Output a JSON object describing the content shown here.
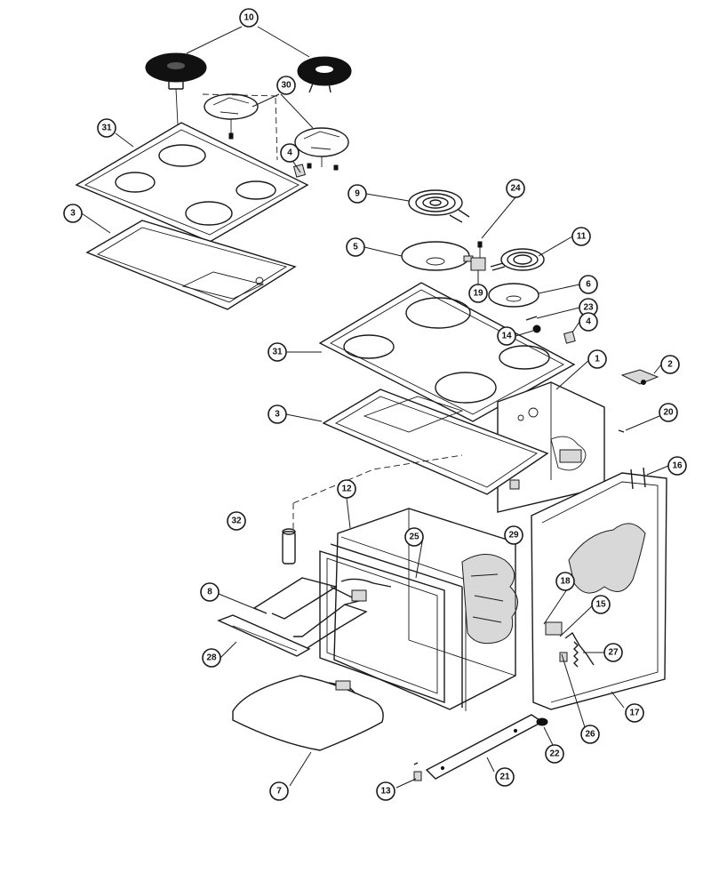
{
  "callouts": [
    {
      "id": "c10",
      "label": "10"
    },
    {
      "id": "c30",
      "label": "30"
    },
    {
      "id": "c31a",
      "label": "31"
    },
    {
      "id": "c4a",
      "label": "4"
    },
    {
      "id": "c3a",
      "label": "3"
    },
    {
      "id": "c9",
      "label": "9"
    },
    {
      "id": "c24",
      "label": "24"
    },
    {
      "id": "c11",
      "label": "11"
    },
    {
      "id": "c5",
      "label": "5"
    },
    {
      "id": "c19",
      "label": "19"
    },
    {
      "id": "c6",
      "label": "6"
    },
    {
      "id": "c23",
      "label": "23"
    },
    {
      "id": "c14",
      "label": "14"
    },
    {
      "id": "c4b",
      "label": "4"
    },
    {
      "id": "c31b",
      "label": "31"
    },
    {
      "id": "c1",
      "label": "1"
    },
    {
      "id": "c2",
      "label": "2"
    },
    {
      "id": "c3b",
      "label": "3"
    },
    {
      "id": "c20",
      "label": "20"
    },
    {
      "id": "c16",
      "label": "16"
    },
    {
      "id": "c12",
      "label": "12"
    },
    {
      "id": "c32",
      "label": "32"
    },
    {
      "id": "c25",
      "label": "25"
    },
    {
      "id": "c29",
      "label": "29"
    },
    {
      "id": "c18",
      "label": "18"
    },
    {
      "id": "c8",
      "label": "8"
    },
    {
      "id": "c15",
      "label": "15"
    },
    {
      "id": "c27",
      "label": "27"
    },
    {
      "id": "c28",
      "label": "28"
    },
    {
      "id": "c17",
      "label": "17"
    },
    {
      "id": "c26",
      "label": "26"
    },
    {
      "id": "c22",
      "label": "22"
    },
    {
      "id": "c21",
      "label": "21"
    },
    {
      "id": "c7",
      "label": "7"
    },
    {
      "id": "c13",
      "label": "13"
    }
  ]
}
